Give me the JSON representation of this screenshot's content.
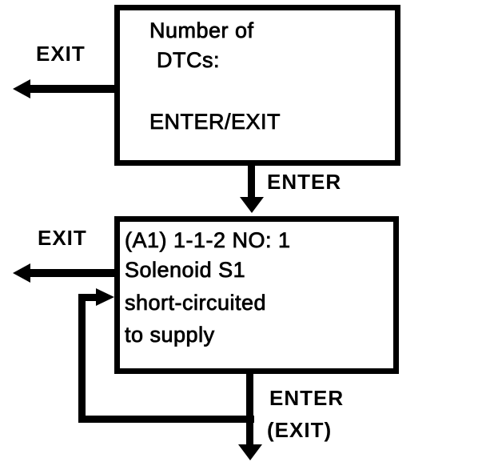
{
  "colors": {
    "ink": "#000000",
    "paper": "#ffffff"
  },
  "top_box": {
    "line1": "Number of",
    "line2": "DTCs:",
    "line3": "ENTER/EXIT"
  },
  "bottom_box": {
    "line1": "(A1) 1-1-2 NO: 1",
    "line2": "Solenoid S1",
    "line3": "short-circuited",
    "line4": "to supply"
  },
  "labels": {
    "exit_top": "EXIT",
    "enter_mid": "ENTER",
    "exit_bottom": "EXIT",
    "enter_bottom": "ENTER",
    "exit_bottom_paren": "(EXIT)"
  }
}
